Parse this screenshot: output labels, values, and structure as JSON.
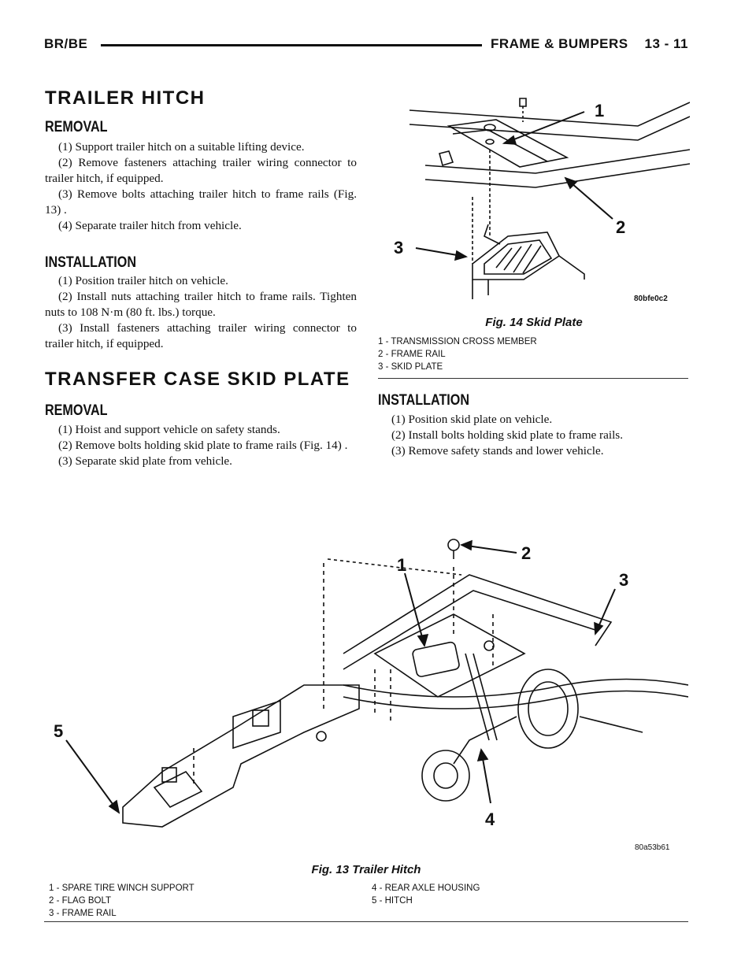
{
  "header": {
    "left": "BR/BE",
    "right": "FRAME & BUMPERS    13 - 11"
  },
  "trailer_hitch": {
    "title": "TRAILER HITCH",
    "removal": {
      "heading": "REMOVAL",
      "steps": [
        "(1) Support trailer hitch on a suitable lifting device.",
        "(2) Remove fasteners attaching trailer wiring connector to trailer hitch, if equipped.",
        "(3) Remove bolts attaching trailer hitch to frame rails (Fig. 13) .",
        "(4) Separate trailer hitch from vehicle."
      ]
    },
    "installation": {
      "heading": "INSTALLATION",
      "steps": [
        "(1) Position trailer hitch on vehicle.",
        "(2) Install nuts attaching trailer hitch to frame rails. Tighten nuts to 108 N·m (80 ft. lbs.) torque.",
        "(3) Install fasteners attaching trailer wiring connector to trailer hitch, if equipped."
      ]
    }
  },
  "skid_plate": {
    "title": "TRANSFER CASE SKID PLATE",
    "removal": {
      "heading": "REMOVAL",
      "steps": [
        "(1) Hoist and support vehicle on safety stands.",
        "(2) Remove bolts holding skid plate to frame rails (Fig. 14) .",
        "(3) Separate skid plate from vehicle."
      ]
    },
    "installation": {
      "heading": "INSTALLATION",
      "steps": [
        "(1) Position skid plate on vehicle.",
        "(2) Install bolts holding skid plate to frame rails.",
        "(3) Remove safety stands and lower vehicle."
      ]
    }
  },
  "fig14": {
    "code": "80bfe0c2",
    "title": "Fig. 14 Skid Plate",
    "callouts": [
      "1",
      "2",
      "3"
    ],
    "legend": [
      "1 - TRANSMISSION CROSS MEMBER",
      "2 - FRAME RAIL",
      "3 - SKID PLATE"
    ]
  },
  "fig13": {
    "code": "80a53b61",
    "title": "Fig. 13 Trailer Hitch",
    "callouts": [
      "1",
      "2",
      "3",
      "4",
      "5"
    ],
    "legend_left": [
      "1 - SPARE TIRE WINCH SUPPORT",
      "2 - FLAG BOLT",
      "3 - FRAME RAIL"
    ],
    "legend_right": [
      "4 - REAR AXLE HOUSING",
      "5 - HITCH"
    ]
  }
}
